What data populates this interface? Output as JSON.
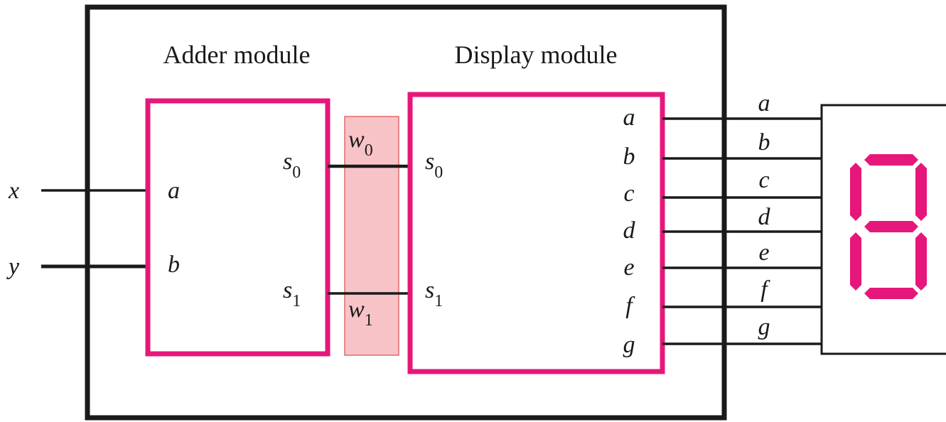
{
  "colors": {
    "module_border": "#e6177a",
    "highlight_fill": "#f8c3c6",
    "highlight_stroke": "#e0686c",
    "wire": "#1a1a1a",
    "segment": "#e6177a"
  },
  "inputs": {
    "x": "x",
    "y": "y"
  },
  "adder": {
    "title": "Adder module",
    "in_a": "a",
    "in_b": "b",
    "out_s0": "s",
    "out_s0_sub": "0",
    "out_s1": "s",
    "out_s1_sub": "1"
  },
  "wires": {
    "w0": "w",
    "w0_sub": "0",
    "w1": "w",
    "w1_sub": "1"
  },
  "display": {
    "title": "Display module",
    "in_s0": "s",
    "in_s0_sub": "0",
    "in_s1": "s",
    "in_s1_sub": "1",
    "outputs": [
      "a",
      "b",
      "c",
      "d",
      "e",
      "f",
      "g"
    ]
  },
  "bus_labels": [
    "a",
    "b",
    "c",
    "d",
    "e",
    "f",
    "g"
  ],
  "seven_segment": {
    "lit_segments": [
      "a",
      "b",
      "c",
      "d",
      "e",
      "f",
      "g"
    ],
    "digit_shown": "8"
  }
}
